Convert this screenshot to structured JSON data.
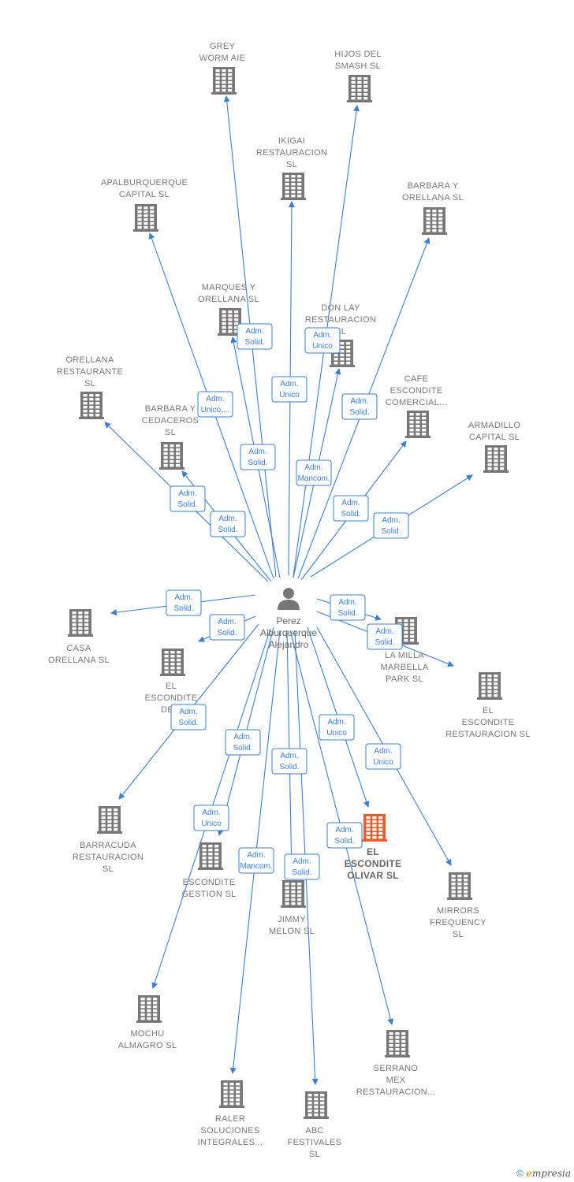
{
  "colors": {
    "edge": "#3a7fd5",
    "building": "#777777",
    "building_highlight": "#f05a28",
    "person": "#777777"
  },
  "person": {
    "lines": [
      "Perez",
      "Alburquerque",
      "Alejandro"
    ],
    "icon": "person-icon"
  },
  "companies": [
    {
      "id": "grey-worm",
      "lines": [
        "GREY",
        "WORM  AIE"
      ]
    },
    {
      "id": "hijos-del-smash",
      "lines": [
        "HIJOS DEL",
        "SMASH  SL"
      ]
    },
    {
      "id": "ikigai",
      "lines": [
        "IKIGAI",
        "RESTAURACION",
        "SL"
      ]
    },
    {
      "id": "apalburquerque",
      "lines": [
        "APALBURQUERQUE",
        "CAPITAL  SL"
      ]
    },
    {
      "id": "barbara-orellana",
      "lines": [
        "BARBARA Y",
        "ORELLANA  SL"
      ]
    },
    {
      "id": "marques-orellana",
      "lines": [
        "MARQUES Y",
        "ORELLANA  SL"
      ]
    },
    {
      "id": "don-lay",
      "lines": [
        "DON LAY",
        "RESTAURACION",
        "SL"
      ]
    },
    {
      "id": "orellana-restaurante",
      "lines": [
        "ORELLANA",
        "RESTAURANTE",
        "SL"
      ]
    },
    {
      "id": "cafe-escondite",
      "lines": [
        "CAFE",
        "ESCONDITE",
        "COMERCIAL..."
      ]
    },
    {
      "id": "barbara-cedaceros",
      "lines": [
        "BARBARA Y",
        "CEDACEROS",
        "SL"
      ]
    },
    {
      "id": "armadillo",
      "lines": [
        "ARMADILLO",
        "CAPITAL  SL"
      ]
    },
    {
      "id": "casa-orellana",
      "lines": [
        "CASA",
        "ORELLANA  SL"
      ]
    },
    {
      "id": "el-escondite-de",
      "lines": [
        "EL",
        "ESCONDITE",
        "DE..."
      ]
    },
    {
      "id": "la-milla",
      "lines": [
        "LA MILLA",
        "MARBELLA",
        "PARK  SL"
      ]
    },
    {
      "id": "el-escondite-restauracion",
      "lines": [
        "EL",
        "ESCONDITE",
        "RESTAURACION SL"
      ]
    },
    {
      "id": "barracuda",
      "lines": [
        "BARRACUDA",
        "RESTAURACION",
        "SL"
      ]
    },
    {
      "id": "el-escondite-olivar",
      "lines": [
        "EL",
        "ESCONDITE",
        "OLIVAR  SL"
      ],
      "highlight": true
    },
    {
      "id": "escondite-gestion",
      "lines": [
        "ESCONDITE",
        "GESTION  SL"
      ]
    },
    {
      "id": "jimmy-melon",
      "lines": [
        "JIMMY",
        "MELON  SL"
      ]
    },
    {
      "id": "mirrors",
      "lines": [
        "MIRRORS",
        "FREQUENCY",
        "SL"
      ]
    },
    {
      "id": "mochu",
      "lines": [
        "MOCHU",
        "ALMAGRO  SL"
      ]
    },
    {
      "id": "serrano-mex",
      "lines": [
        "SERRANO",
        "MEX",
        "RESTAURACION..."
      ]
    },
    {
      "id": "raler",
      "lines": [
        "RALER",
        "SOLUCIONES",
        "INTEGRALES..."
      ]
    },
    {
      "id": "abc-festivales",
      "lines": [
        "ABC",
        "FESTIVALES",
        "SL"
      ]
    }
  ],
  "relations": [
    {
      "to": "grey-worm",
      "role": [
        "Adm.",
        "Solid."
      ]
    },
    {
      "to": "hijos-del-smash",
      "role": [
        "Adm.",
        "Unico"
      ]
    },
    {
      "to": "ikigai",
      "role": [
        "Adm.",
        "Unico"
      ]
    },
    {
      "to": "apalburquerque",
      "role": [
        "Adm.",
        "Unico,..."
      ]
    },
    {
      "to": "barbara-orellana",
      "role": [
        "Adm.",
        "Solid."
      ]
    },
    {
      "to": "marques-orellana",
      "role": [
        "Adm.",
        "Solid."
      ]
    },
    {
      "to": "don-lay",
      "role": [
        "Adm.",
        "Mancom."
      ]
    },
    {
      "to": "orellana-restaurante",
      "role": [
        "Adm.",
        "Solid."
      ]
    },
    {
      "to": "cafe-escondite",
      "role": [
        "Adm.",
        "Solid."
      ]
    },
    {
      "to": "barbara-cedaceros",
      "role": [
        "Adm.",
        "Solid."
      ]
    },
    {
      "to": "armadillo",
      "role": [
        "Adm.",
        "Solid."
      ]
    },
    {
      "to": "casa-orellana",
      "role": [
        "Adm.",
        "Solid."
      ]
    },
    {
      "to": "el-escondite-de",
      "role": [
        "Adm.",
        "Solid."
      ]
    },
    {
      "to": "la-milla",
      "role": [
        "Adm.",
        "Solid."
      ]
    },
    {
      "to": "el-escondite-restauracion",
      "role": [
        "Adm.",
        "Solid."
      ]
    },
    {
      "to": "barracuda",
      "role": [
        "Adm.",
        "Solid."
      ]
    },
    {
      "to": "el-escondite-olivar",
      "role": [
        "Adm.",
        "Unico"
      ]
    },
    {
      "to": "escondite-gestion",
      "role": [
        "Adm.",
        "Solid."
      ]
    },
    {
      "to": "jimmy-melon",
      "role": [
        "Adm.",
        "Solid."
      ]
    },
    {
      "to": "mirrors",
      "role": [
        "Adm.",
        "Unico"
      ]
    },
    {
      "to": "mochu",
      "role": [
        "Adm.",
        "Unico"
      ]
    },
    {
      "to": "serrano-mex",
      "role": [
        "Adm.",
        "Solid."
      ]
    },
    {
      "to": "raler",
      "role": [
        "Adm.",
        "Mancom."
      ]
    },
    {
      "to": "abc-festivales",
      "role": [
        "Adm.",
        "Solid."
      ]
    }
  ],
  "footer": {
    "copyright": "©",
    "brand_initial": "e",
    "brand_rest": "mpresia"
  }
}
